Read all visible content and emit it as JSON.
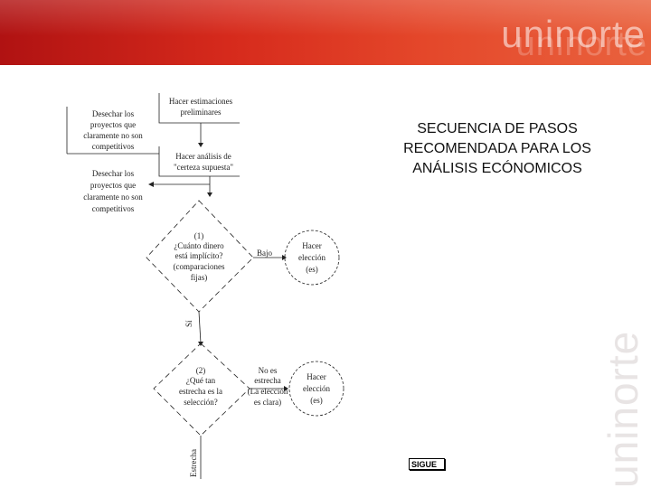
{
  "brand": {
    "main": "uninorte",
    "shadow": "uninorte",
    "vertical": "uninorte"
  },
  "title": {
    "line1": "SECUENCIA DE PASOS",
    "line2": "RECOMENDADA PARA LOS",
    "line3": "ANÁLISIS ECÓNOMICOS"
  },
  "next_button": "SIGUE",
  "diagram": {
    "box1": [
      "Hacer estimaciones",
      "preliminares"
    ],
    "discard1": [
      "Desechar los",
      "proyectos que",
      "claramente no son",
      "competitivos"
    ],
    "box2": [
      "Hacer análisis de",
      "\"certeza supuesta\""
    ],
    "discard2": [
      "Desechar los",
      "proyectos que",
      "claramente no son",
      "competitivos"
    ],
    "decision1": [
      "(1)",
      "¿Cuánto dinero",
      "está implícito?",
      "(comparaciones",
      "fijas)"
    ],
    "bajo": "Bajo",
    "choice1": [
      "Hacer",
      "elección",
      "(es)"
    ],
    "si": "Sí",
    "decision2": [
      "(2)",
      "¿Qué tan",
      "estrecha es la",
      "selección?"
    ],
    "no_estrecha": [
      "No es",
      "estrecha",
      "(La elección",
      "es clara)"
    ],
    "choice2": [
      "Hacer",
      "elección",
      "(es)"
    ],
    "estrecha": "Estrecha"
  },
  "colors": {
    "banner_red": "#d62a1c",
    "banner_orange": "#e9623e"
  }
}
